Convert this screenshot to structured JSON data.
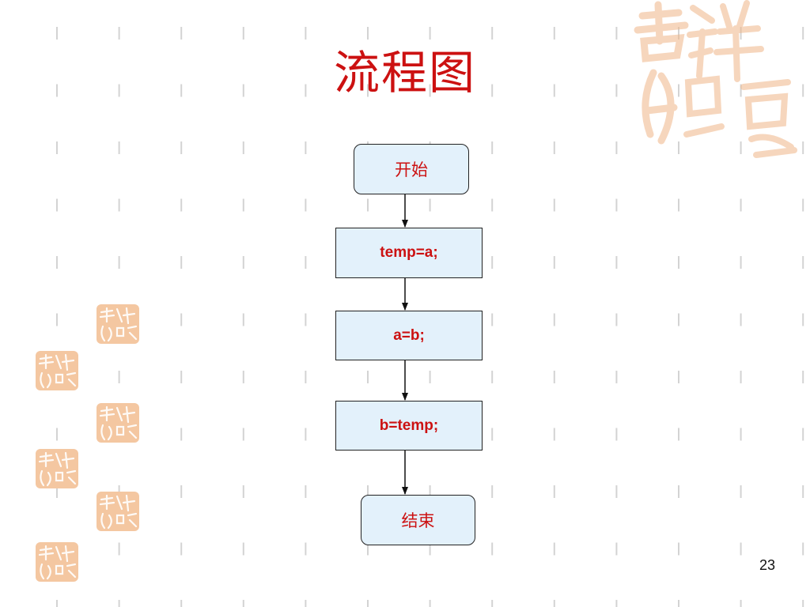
{
  "slide": {
    "title": "流程图",
    "page_number": "23"
  },
  "flowchart": {
    "nodes": [
      {
        "id": "start",
        "type": "terminal",
        "label": "开始"
      },
      {
        "id": "step1",
        "type": "process",
        "label": "temp=a;"
      },
      {
        "id": "step2",
        "type": "process",
        "label": "a=b;"
      },
      {
        "id": "step3",
        "type": "process",
        "label": "b=temp;"
      },
      {
        "id": "end",
        "type": "terminal",
        "label": "结束"
      }
    ],
    "edges": [
      [
        "start",
        "step1"
      ],
      [
        "step1",
        "step2"
      ],
      [
        "step2",
        "step3"
      ],
      [
        "step3",
        "end"
      ]
    ]
  },
  "colors": {
    "title": "#cc1111",
    "node_text": "#cc1111",
    "node_fill": "#e3f1fb",
    "node_border": "#222222",
    "dash": "#d3d3d3",
    "seal": "#f4c7a1"
  },
  "decorations": {
    "large_seal": "jixiang-seal-icon",
    "small_seal_count": 6
  }
}
